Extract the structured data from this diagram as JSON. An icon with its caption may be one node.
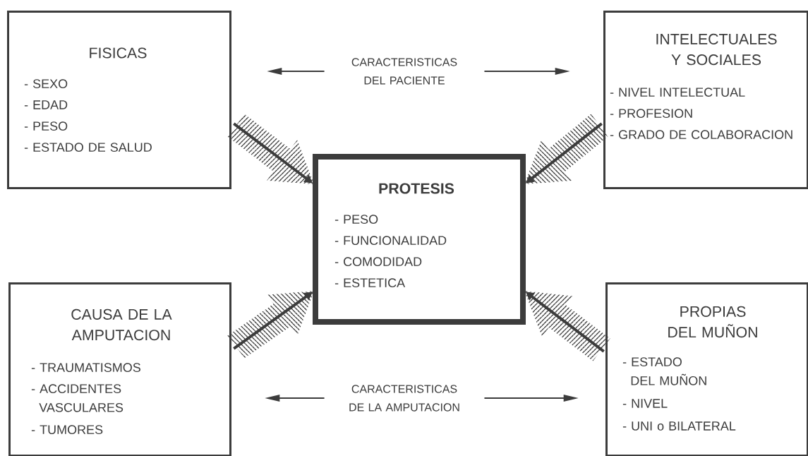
{
  "diagram": {
    "nodes": [
      {
        "text": [
          "FISICAS",
          "- SEXO",
          "- EDAD",
          "- PESO",
          "- ESTADO DE SALUD"
        ]
      },
      {
        "text": [
          "INTELECTUALES Y SOCIALES",
          "- NIVEL INTELECTUAL",
          "- PROFESION",
          "- GRADO DE COLABORACION"
        ]
      },
      {
        "text": [
          "PROTESIS",
          "- PESO",
          "- FUNCIONALIDAD",
          "- COMODIDAD",
          "- ESTETICA"
        ]
      },
      {
        "text": [
          "CAUSA DE LA AMPUTACION",
          "- TRAUMATISMOS",
          "- ACCIDENTES VASCULARES",
          "- TUMORES"
        ]
      },
      {
        "text": [
          "PROPIAS DEL MUÑON",
          "- ESTADO DEL MUÑON",
          "- NIVEL",
          "- UNI o BILATERAL"
        ]
      },
      {
        "text": [
          "CARACTERISTICAS DEL PACIENTE"
        ]
      },
      {
        "text": [
          "CARACTERISTICAS DE LA AMPUTACION"
        ]
      }
    ],
    "edges": [
      {
        "from": 5,
        "to": 0,
        "arrow": "to"
      },
      {
        "from": 5,
        "to": 1,
        "arrow": "to"
      },
      {
        "from": 0,
        "to": 2,
        "arrow": "to",
        "style": "thick"
      },
      {
        "from": 1,
        "to": 2,
        "arrow": "to",
        "style": "thick"
      },
      {
        "from": 3,
        "to": 2,
        "arrow": "to",
        "style": "thick"
      },
      {
        "from": 4,
        "to": 2,
        "arrow": "to",
        "style": "thick"
      },
      {
        "from": 6,
        "to": 3,
        "arrow": "to"
      },
      {
        "from": 6,
        "to": 4,
        "arrow": "to"
      }
    ]
  }
}
